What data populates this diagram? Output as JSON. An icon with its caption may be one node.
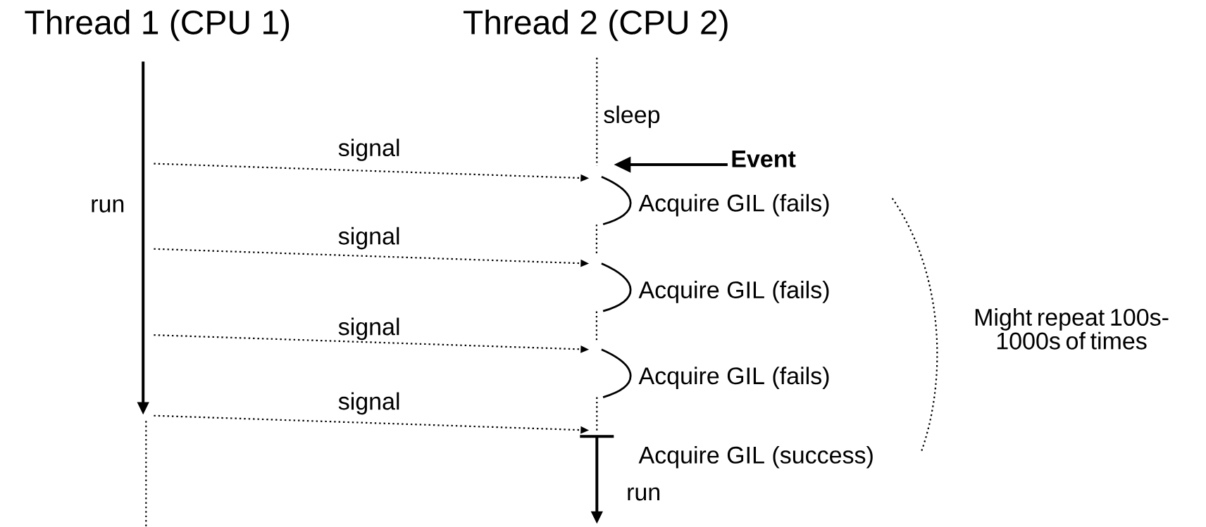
{
  "diagram": {
    "nodes": [
      {
        "text": [
          "Event"
        ]
      },
      {
        "text": [],
        "shape": "arc",
        "beside": [
          "Acquire GIL (fails)"
        ]
      },
      {
        "text": [],
        "shape": "arc",
        "beside": [
          "Acquire GIL (fails)"
        ]
      },
      {
        "text": [],
        "shape": "arc",
        "beside": [
          "Acquire GIL (fails)"
        ]
      }
    ],
    "edges": [
      {
        "from": 0,
        "to": 1,
        "arrow": "to"
      },
      {
        "from": 1,
        "to": 2,
        "arrow": "none",
        "style": "dashed"
      },
      {
        "from": 2,
        "to": 3,
        "arrow": "none",
        "style": "dashed"
      }
    ],
    "labels": [
      "Thread 1 (CPU 1)",
      "Thread 2 (CPU 2)",
      "sleep",
      "signal",
      "run",
      "signal",
      "Might repeat 100s-1000s of times",
      "signal",
      "signal",
      "Acquire GIL (success)",
      "run"
    ]
  }
}
